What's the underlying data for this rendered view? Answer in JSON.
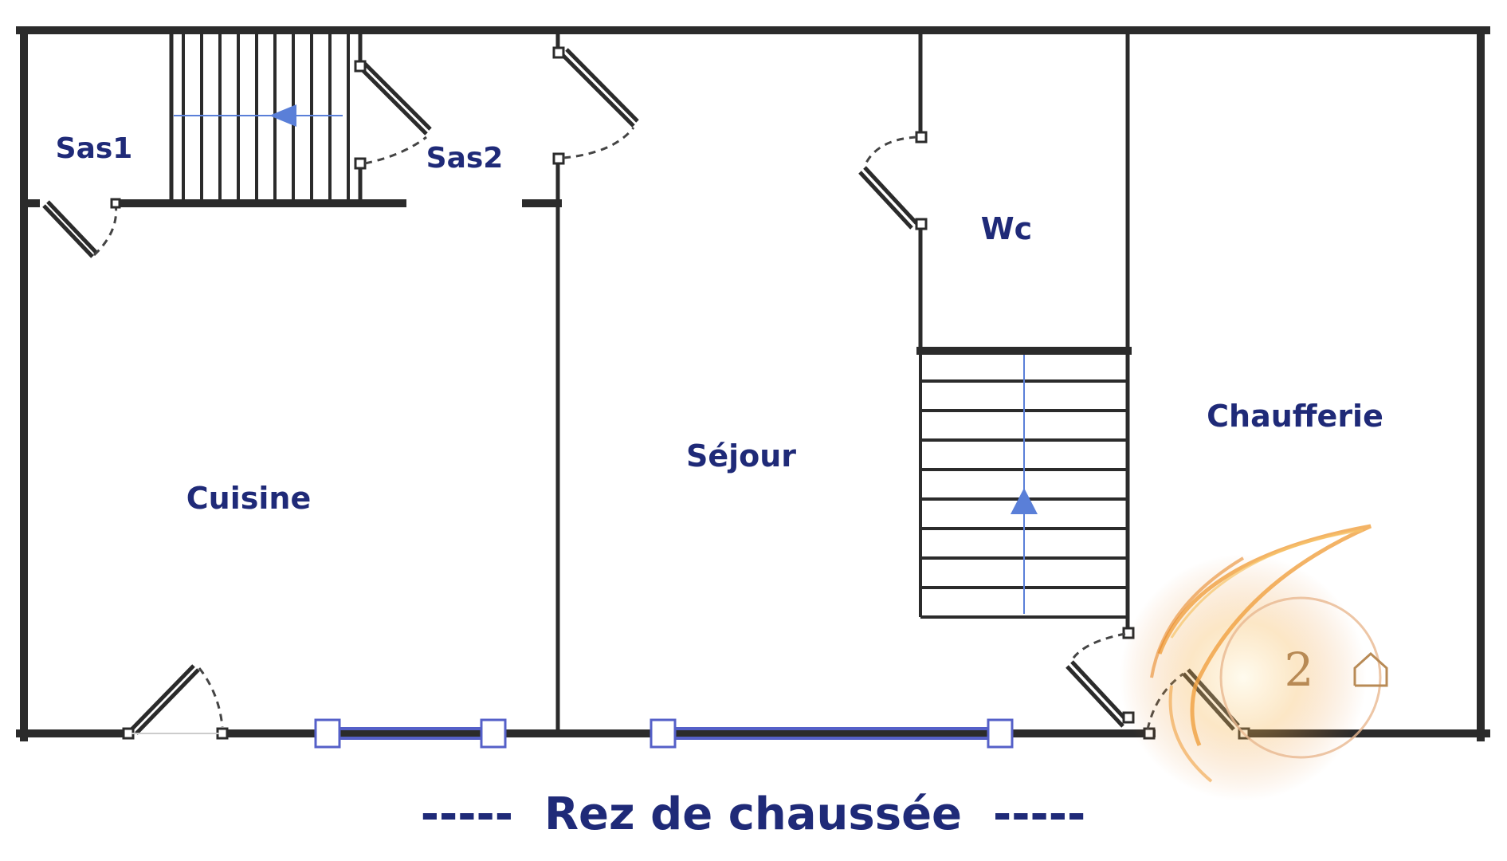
{
  "plan": {
    "rooms": {
      "sas1": "Sas1",
      "sas2": "Sas2",
      "cuisine": "Cuisine",
      "sejour": "Séjour",
      "wc": "Wc",
      "chaufferie": "Chaufferie"
    },
    "caption": "-----  Rez de chaussée  -----"
  },
  "logo": {
    "number": "2",
    "icon": "house-outline-icon",
    "colors": {
      "flame": "#f0a040",
      "ring": "#e8b890"
    }
  },
  "colors": {
    "wall": "#2b2b2b",
    "label": "#1f2a78",
    "window": "#5560c8",
    "stair_arrow": "#5a7fd8"
  }
}
